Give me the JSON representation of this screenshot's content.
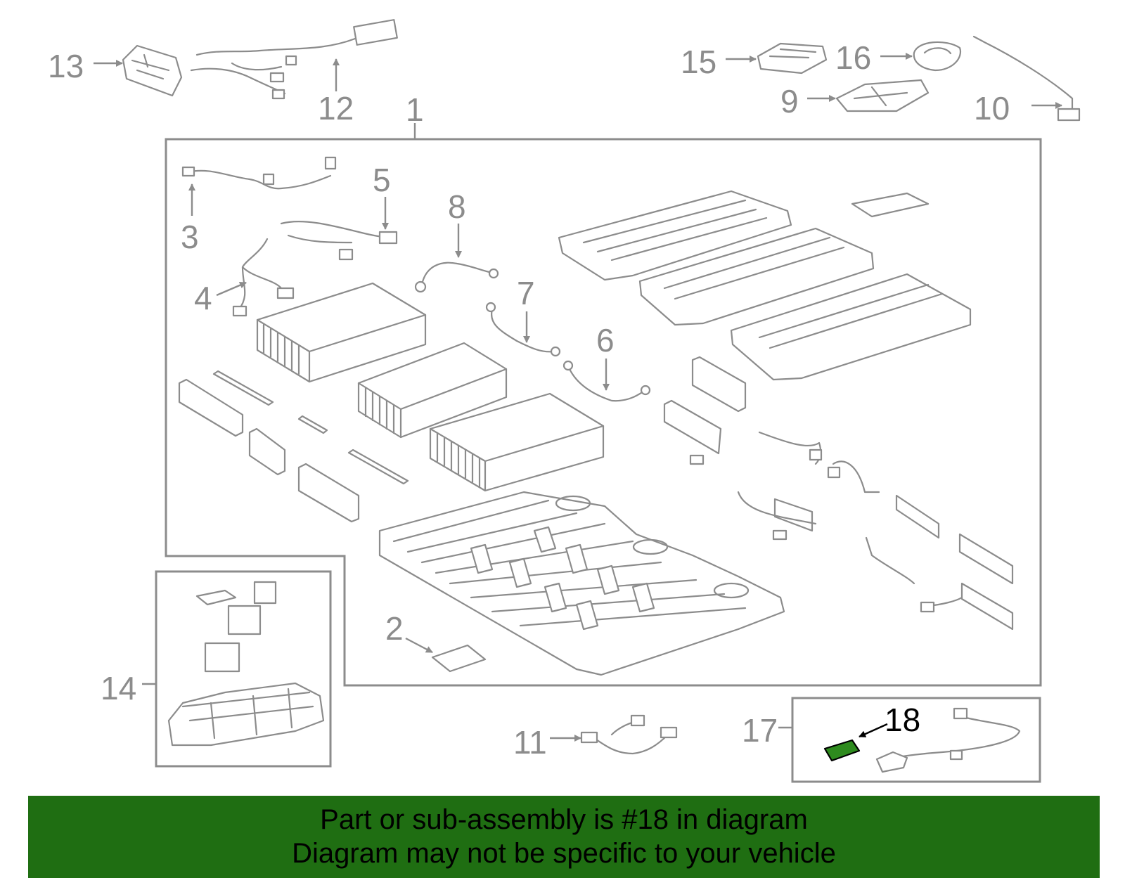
{
  "colors": {
    "line_art": "#8c8c8c",
    "highlight_text": "#000000",
    "highlight_part": "#2e8b1e",
    "banner_bg": "#1f6e12",
    "background": "#ffffff"
  },
  "callouts": {
    "c1": "1",
    "c2": "2",
    "c3": "3",
    "c4": "4",
    "c5": "5",
    "c6": "6",
    "c7": "7",
    "c8": "8",
    "c9": "9",
    "c10": "10",
    "c11": "11",
    "c12": "12",
    "c13": "13",
    "c14": "14",
    "c15": "15",
    "c16": "16",
    "c17": "17",
    "c18": "18"
  },
  "highlighted_callout": "18",
  "banner": {
    "line1": "Part or sub-assembly is #18 in diagram",
    "line2": "Diagram may not be specific to your vehicle"
  }
}
